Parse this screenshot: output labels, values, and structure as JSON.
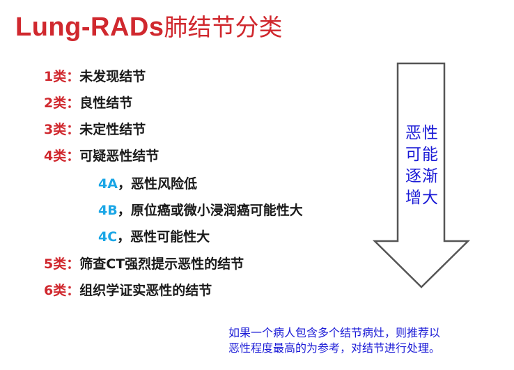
{
  "title": {
    "en": "Lung-RADs",
    "zh": "肺结节分类"
  },
  "categories": [
    {
      "label": "1类：",
      "text": "未发现结节"
    },
    {
      "label": "2类：",
      "text": "良性结节"
    },
    {
      "label": "3类：",
      "text": "未定性结节"
    },
    {
      "label": "4类：",
      "text": "可疑恶性结节"
    },
    {
      "label": "5类：",
      "text": "筛查CT强烈提示恶性的结节"
    },
    {
      "label": "6类：",
      "text": "组织学证实恶性的结节"
    }
  ],
  "subcategories": [
    {
      "label": "4A",
      "text": "，恶性风险低"
    },
    {
      "label": "4B",
      "text": "，原位癌或微小浸润癌可能性大"
    },
    {
      "label": "4C",
      "text": "，恶性可能性大"
    }
  ],
  "arrow": {
    "lines": [
      "恶性",
      "可能",
      "逐渐",
      "增大"
    ],
    "text_color": "#1a1ad6",
    "stroke_color": "#555555"
  },
  "note": {
    "line1": "如果一个病人包含多个结节病灶，则推荐以",
    "line2": "恶性程度最高的为参考，对结节进行处理。"
  },
  "colors": {
    "title": "#d0282e",
    "category_label": "#d0282e",
    "subcategory_label": "#1aa6e6",
    "note": "#1a1ad6"
  }
}
